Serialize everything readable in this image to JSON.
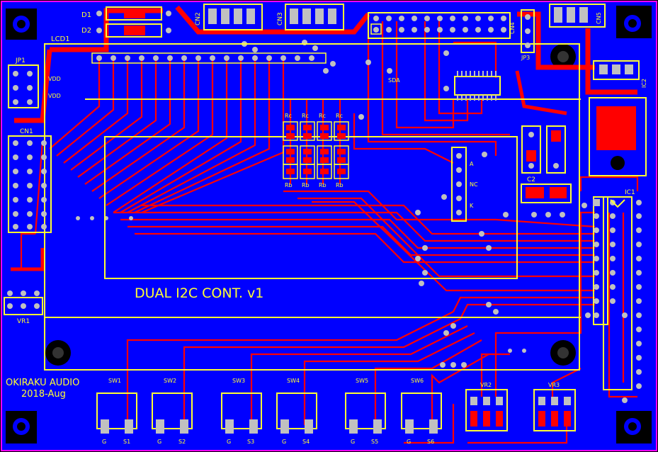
{
  "board": {
    "title": "DUAL I2C CONT. v1",
    "brand": "OKIRAKU AUDIO",
    "date": "2018-Aug",
    "colors": {
      "background": "#0000ff",
      "copper_trace": "#ff0000",
      "silkscreen": "#ffff33",
      "pad": "#c0c0c0",
      "outline": "#ff00ff",
      "mount_hole": "#000000"
    }
  },
  "labels": {
    "lcd": "LCD1",
    "jp1": "JP1",
    "vdd1": "VDD",
    "vdd2": "VDD",
    "cn1": "CN1",
    "vr1": "VR1",
    "d1": "D1",
    "d2": "D2",
    "cn2": "CN2",
    "cn3": "CN3",
    "cn4": "CN4",
    "cn5": "CN5",
    "jp3": "JP3",
    "ic2": "IC2",
    "ic1": "IC1",
    "c2": "C2",
    "vr2": "VR2",
    "vr3": "VR3",
    "sda": "SDA",
    "a": "A",
    "nc": "NC",
    "k": "K",
    "sw1": "SW1",
    "sw2": "SW2",
    "sw3": "SW3",
    "sw4": "SW4",
    "sw5": "SW5",
    "sw6": "SW6"
  },
  "resistors_top": [
    "Rc",
    "Rc",
    "Rc",
    "Rc"
  ],
  "resistors_bottom": [
    "Rb",
    "Rb",
    "Rb",
    "Rb"
  ],
  "switch_pins": [
    [
      "G",
      "S1"
    ],
    [
      "G",
      "S2"
    ],
    [
      "G",
      "S3"
    ],
    [
      "G",
      "S4"
    ],
    [
      "G",
      "S5"
    ],
    [
      "G",
      "S6"
    ]
  ]
}
